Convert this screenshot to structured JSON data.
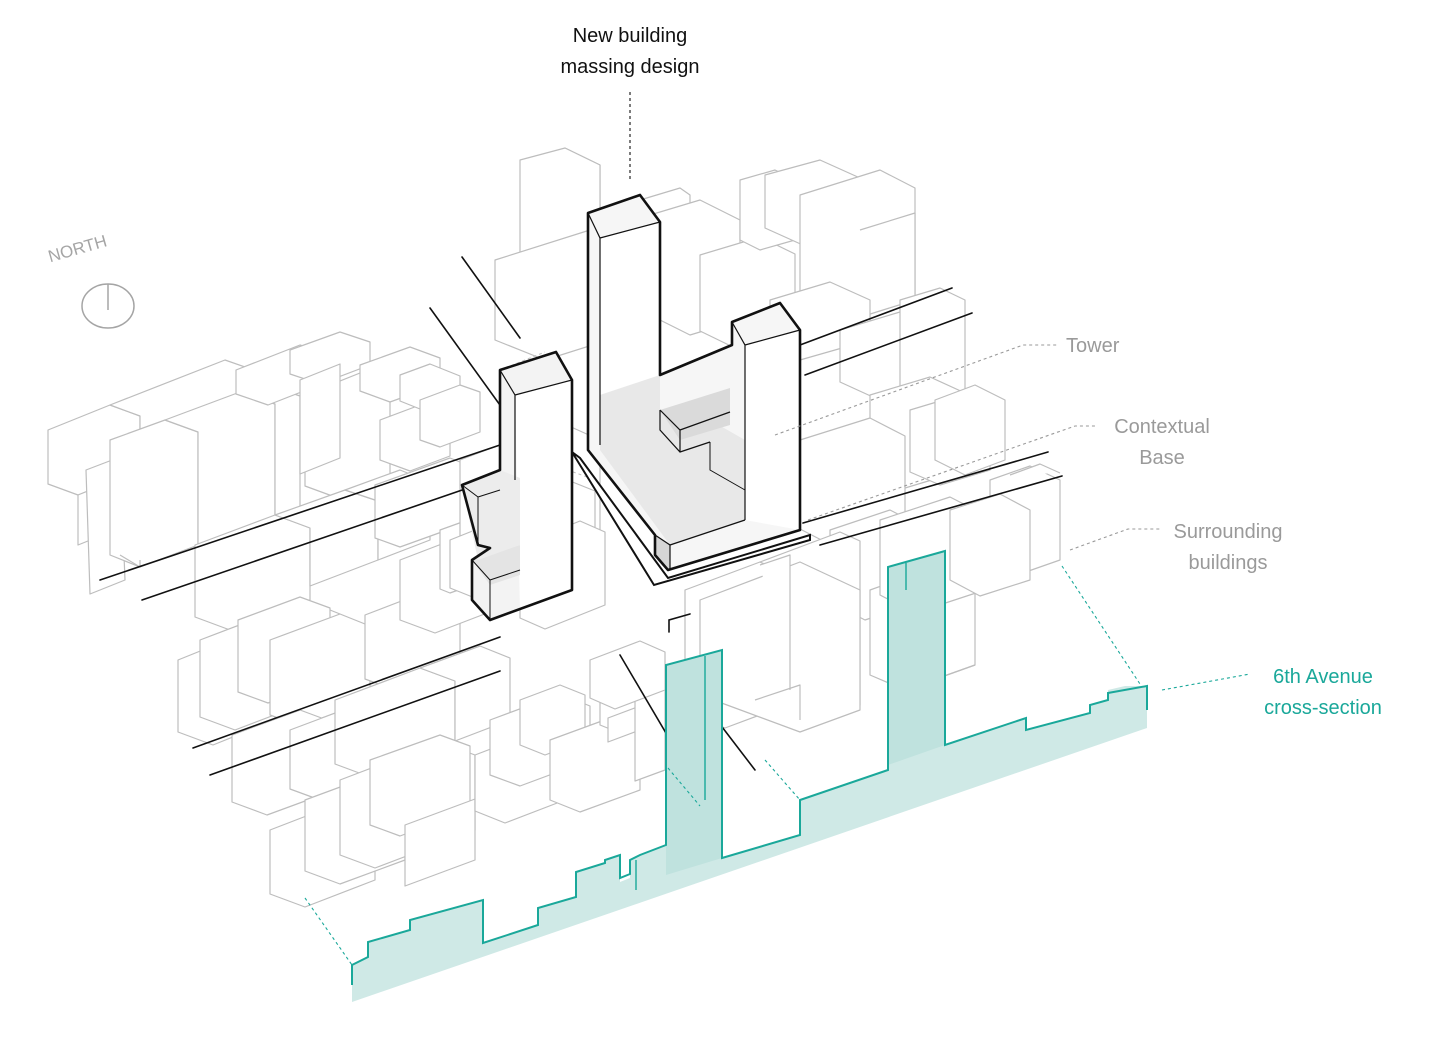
{
  "labels": {
    "title_line1": "New building",
    "title_line2": "massing design",
    "tower": "Tower",
    "contextual_base_line1": "Contextual",
    "contextual_base_line2": "Base",
    "surrounding_line1": "Surrounding",
    "surrounding_line2": "buildings",
    "cross_section_line1": "6th Avenue",
    "cross_section_line2": "cross-section",
    "north": "NORTH"
  },
  "colors": {
    "context_lines": "#bdbdbd",
    "streets": "#111111",
    "massing_outline": "#111111",
    "label_gray": "#9a9a9a",
    "teal_line": "#1aa89a",
    "teal_fill": "#cfe9e6"
  }
}
